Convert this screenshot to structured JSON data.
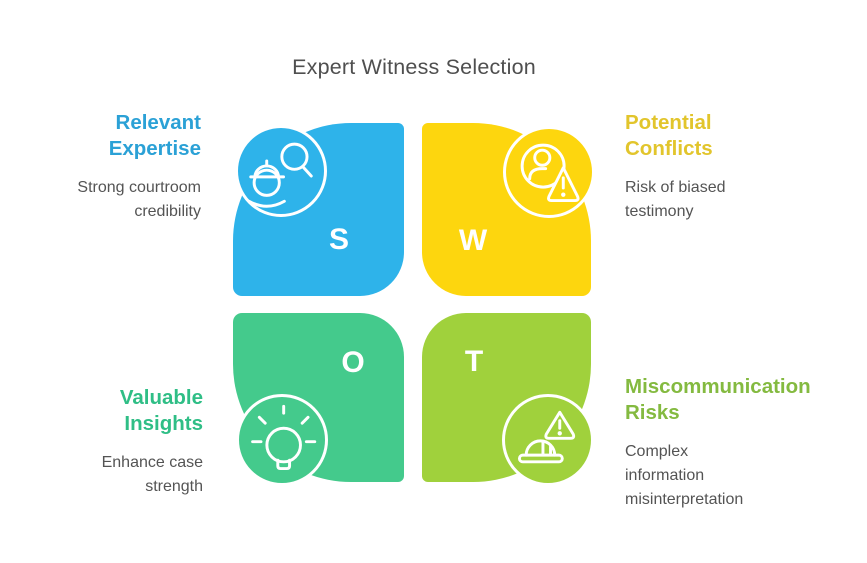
{
  "title": "Expert Witness Selection",
  "colors": {
    "background": "#ffffff",
    "title_text": "#4f4f4f",
    "body_text": "#545454",
    "strengths_petal": "#2eb3ea",
    "strengths_heading": "#2ba1d6",
    "weaknesses_petal": "#fdd60e",
    "weaknesses_heading": "#e2c52c",
    "opportunities_petal": "#44ca8c",
    "opportunities_heading": "#2fbe86",
    "threats_petal": "#a0d13c",
    "threats_heading": "#84ba40",
    "letter_text": "#ffffff",
    "icon_stroke": "#ffffff"
  },
  "quadrants": [
    {
      "id": "strengths",
      "letter": "S",
      "heading_lines": [
        "Relevant",
        "Expertise"
      ],
      "body_lines": [
        "Strong courtroom",
        "credibility"
      ],
      "icon": "engineer-search-icon"
    },
    {
      "id": "weaknesses",
      "letter": "W",
      "heading_lines": [
        "Potential",
        "Conflicts"
      ],
      "body_lines": [
        "Risk of biased",
        "testimony"
      ],
      "icon": "user-warning-icon"
    },
    {
      "id": "opportunities",
      "letter": "O",
      "heading_lines": [
        "Valuable",
        "Insights"
      ],
      "body_lines": [
        "Enhance case",
        "strength"
      ],
      "icon": "lightbulb-icon"
    },
    {
      "id": "threats",
      "letter": "T",
      "heading_lines": [
        "Miscommunication",
        "Risks"
      ],
      "body_lines": [
        "Complex",
        "information",
        "misinterpretation"
      ],
      "icon": "hazard-warning-icon"
    }
  ]
}
